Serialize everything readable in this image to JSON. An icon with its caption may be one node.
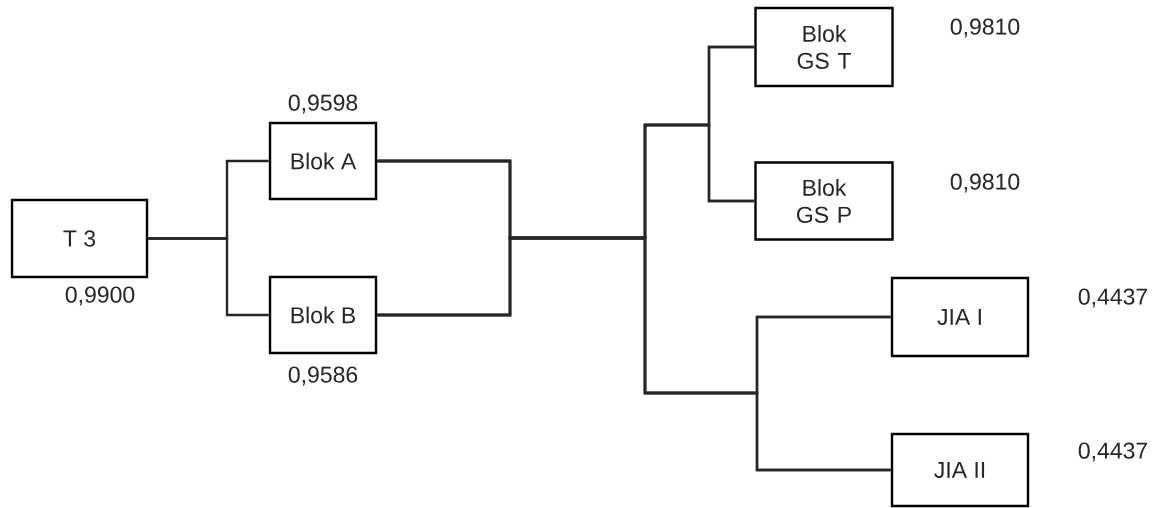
{
  "diagram": {
    "nodes": [
      {
        "text": [
          "T 3"
        ],
        "beside": [
          "0,9900"
        ]
      },
      {
        "text": [
          "Blok A"
        ],
        "beside": [
          "0,9598"
        ]
      },
      {
        "text": [
          "Blok B"
        ],
        "beside": [
          "0,9586"
        ]
      },
      {
        "text": [
          "Blok GS T"
        ],
        "beside": [
          "0,9810"
        ]
      },
      {
        "text": [
          "Blok GS P"
        ],
        "beside": [
          "0,9810"
        ]
      },
      {
        "text": [
          "JIA I"
        ],
        "beside": [
          "0,4437"
        ]
      },
      {
        "text": [
          "JIA II"
        ],
        "beside": [
          "0,4437"
        ]
      }
    ],
    "edges": [
      {
        "from": 0,
        "to": 1,
        "arrow": "none"
      },
      {
        "from": 0,
        "to": 2,
        "arrow": "none"
      },
      {
        "from": 1,
        "to": 3,
        "arrow": "none"
      },
      {
        "from": 1,
        "to": 4,
        "arrow": "none"
      },
      {
        "from": 1,
        "to": 5,
        "arrow": "none"
      },
      {
        "from": 1,
        "to": 6,
        "arrow": "none"
      },
      {
        "from": 2,
        "to": 3,
        "arrow": "none"
      },
      {
        "from": 2,
        "to": 4,
        "arrow": "none"
      },
      {
        "from": 2,
        "to": 5,
        "arrow": "none"
      },
      {
        "from": 2,
        "to": 6,
        "arrow": "none"
      }
    ]
  }
}
